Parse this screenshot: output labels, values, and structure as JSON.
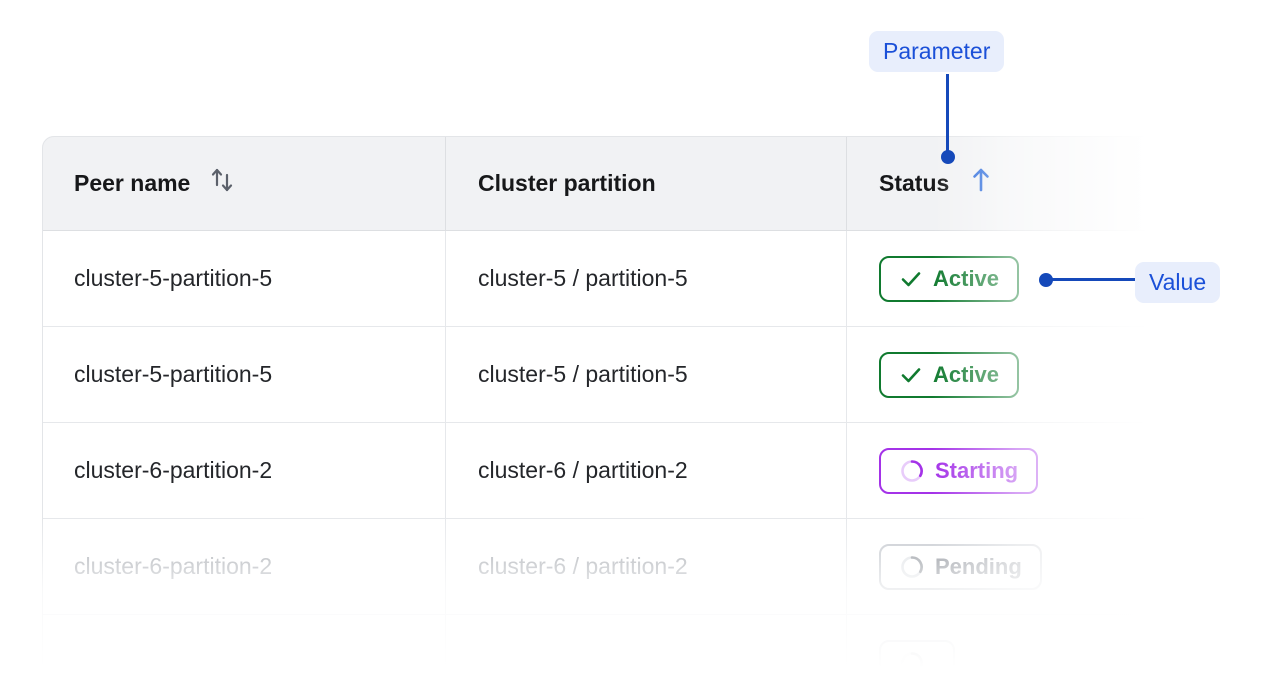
{
  "table": {
    "columns": [
      {
        "label": "Peer name",
        "sort_icon": "sort-both-icon",
        "sorted": false
      },
      {
        "label": "Cluster partition",
        "sort_icon": null,
        "sorted": false
      },
      {
        "label": "Status",
        "sort_icon": "arrow-up-icon",
        "sorted": true
      }
    ],
    "rows": [
      {
        "peer_name": "cluster-5-partition-5",
        "cluster_partition": "cluster-5 / partition-5",
        "status": "Active",
        "status_kind": "active",
        "muted": false
      },
      {
        "peer_name": "cluster-5-partition-5",
        "cluster_partition": "cluster-5 / partition-5",
        "status": "Active",
        "status_kind": "active",
        "muted": false
      },
      {
        "peer_name": "cluster-6-partition-2",
        "cluster_partition": "cluster-6 / partition-2",
        "status": "Starting",
        "status_kind": "starting",
        "muted": false
      },
      {
        "peer_name": "cluster-6-partition-2",
        "cluster_partition": "cluster-6 / partition-2",
        "status": "Pending",
        "status_kind": "pending",
        "muted": true
      },
      {
        "peer_name": "",
        "cluster_partition": "",
        "status": "",
        "status_kind": "pending",
        "muted": true
      }
    ]
  },
  "annotations": {
    "parameter_label": "Parameter",
    "value_label": "Value",
    "accent_color": "#1549ba",
    "chip_background": "#e8eefc"
  },
  "colors": {
    "header_background": "#f1f2f4",
    "active_green": "#107a2f",
    "starting_purple": "#a432e8",
    "pending_gray": "#7b8089",
    "text_primary": "#24262a",
    "text_muted": "#a3a7ad"
  }
}
